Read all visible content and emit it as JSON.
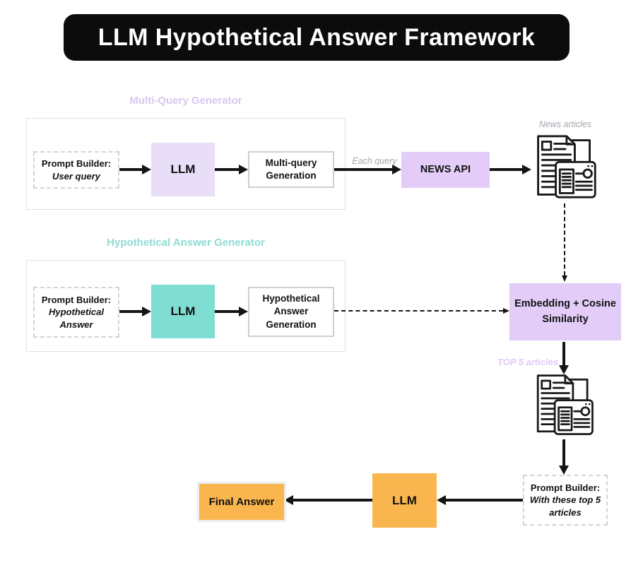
{
  "title": "LLM Hypothetical Answer Framework",
  "sections": {
    "multi_query": {
      "heading": "Multi-Query Generator",
      "prompt_builder_title": "Prompt Builder:",
      "prompt_builder_detail": "User query",
      "llm": "LLM",
      "output": "Multi-query Generation"
    },
    "hypothetical": {
      "heading": "Hypothetical Answer Generator",
      "prompt_builder_title": "Prompt Builder:",
      "prompt_builder_detail": "Hypothetical Answer",
      "llm": "LLM",
      "output": "Hypothetical Answer Generation"
    }
  },
  "pipeline": {
    "each_query_label": "Each query",
    "news_api": "NEWS API",
    "news_articles_label": "News articles",
    "embedding": "Embedding + Cosine Similarity",
    "top_articles_label": "TOP 5 articles",
    "final_prompt_builder_title": "Prompt Builder:",
    "final_prompt_builder_detail": "With these top 5 articles",
    "final_llm": "LLM",
    "final_answer": "Final Answer"
  },
  "icons": {
    "news_articles": "news-articles-icon",
    "top_articles": "top-articles-icon"
  },
  "colors": {
    "lavender_light": "#e9def7",
    "lavender": "#e3cdf8",
    "teal": "#7fddd1",
    "orange": "#f9b64e",
    "heading_lavender": "#dcc6f2",
    "heading_teal": "#8edcd3",
    "top_label": "#e2c9f8",
    "ink": "#111111"
  }
}
